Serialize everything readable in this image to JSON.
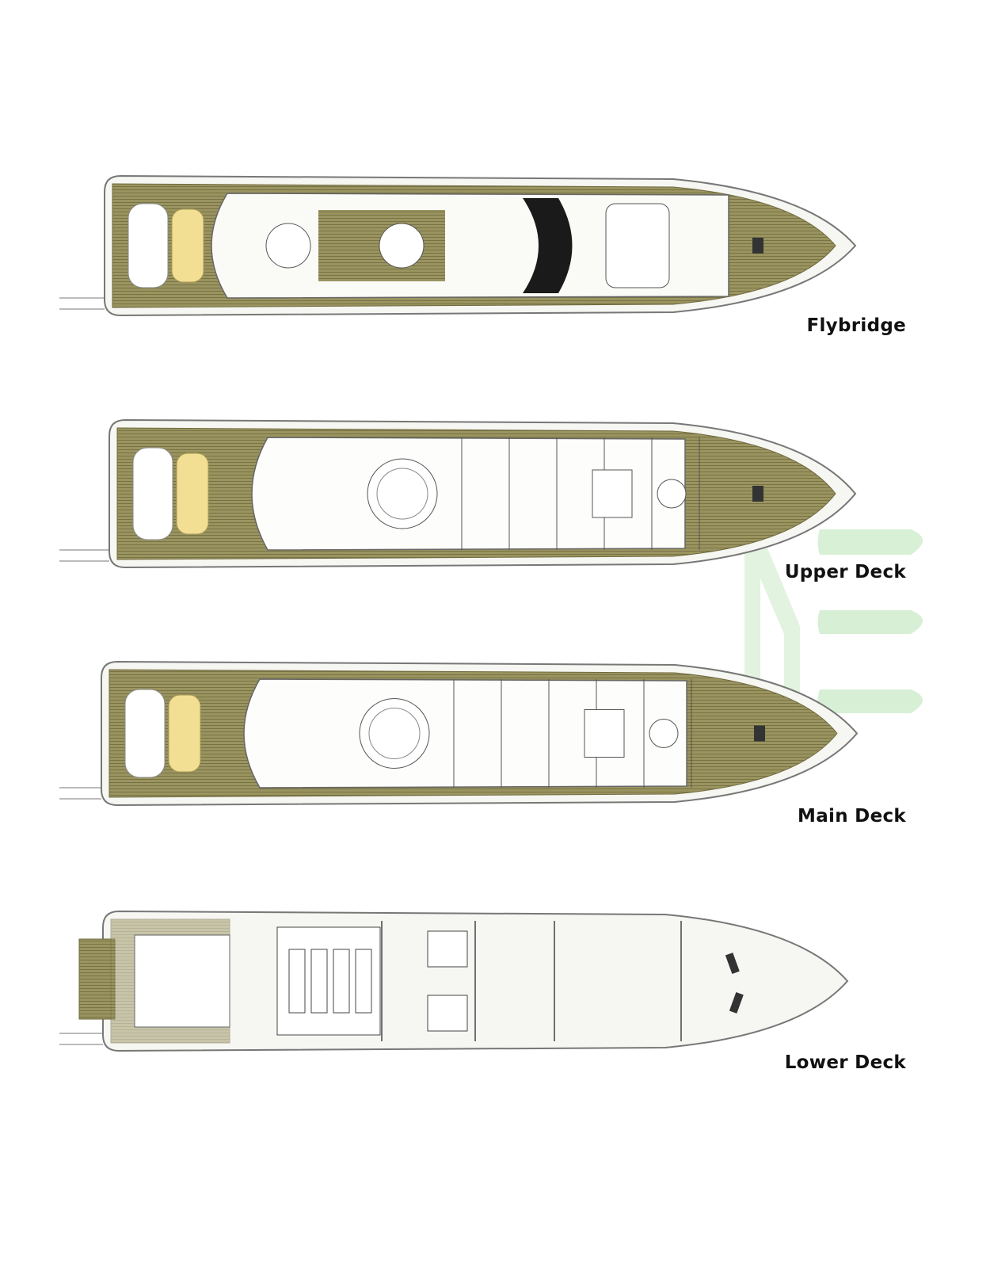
{
  "decks": [
    {
      "id": "flybridge",
      "label": "Flybridge"
    },
    {
      "id": "upper",
      "label": "Upper Deck"
    },
    {
      "id": "main",
      "label": "Main Deck"
    },
    {
      "id": "lower",
      "label": "Lower Deck"
    }
  ],
  "colors": {
    "teak": "#9a9460",
    "teak_line": "#6f6a3e",
    "sunpad": "#f3df93",
    "hull_line": "#777777",
    "hull_fill": "#f6f6f2",
    "glass": "#1a1a1a",
    "watermark": "#cfeccd"
  }
}
